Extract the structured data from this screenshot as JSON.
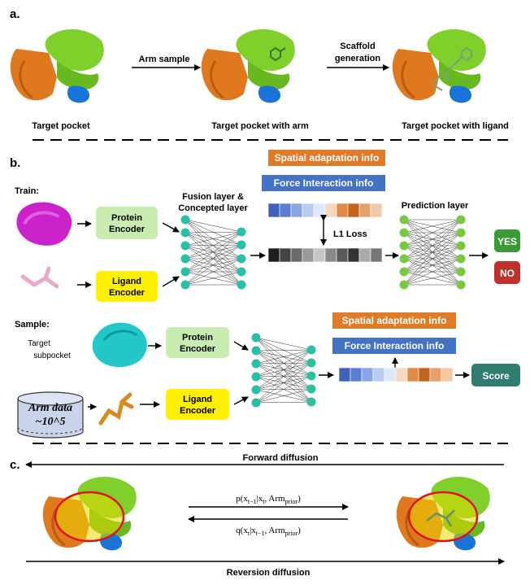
{
  "section_a": {
    "letter": "a.",
    "arrow1_label": "Arm sample",
    "arrow2_label_line1": "Scaffold",
    "arrow2_label_line2": "generation",
    "captions": [
      "Target pocket",
      "Target pocket with arm",
      "Target pocket with ligand"
    ]
  },
  "section_b": {
    "letter": "b.",
    "train_label": "Train:",
    "sample_label": "Sample:",
    "target_subpocket_line1": "Target",
    "target_subpocket_line2": "subpocket",
    "protein_encoder_line1": "Protein",
    "protein_encoder_line2": "Encoder",
    "ligand_encoder_line1": "Ligand",
    "ligand_encoder_line2": "Encoder",
    "fusion_line1": "Fusion layer &",
    "fusion_line2": "Concepted layer",
    "spatial_info": "Spatial adaptation info",
    "force_info": "Force Interaction info",
    "l1_loss": "L1 Loss",
    "prediction_layer": "Prediction layer",
    "yes": "YES",
    "no": "NO",
    "arm_data_line1": "Arm data",
    "arm_data_line2": "~10^5",
    "score": "Score",
    "colors": {
      "orange_box": "#e07b2a",
      "blue_box": "#4472c4",
      "green_node": "#7ac943",
      "teal_node": "#2bbfa8",
      "yes_green": "#3a9a3a",
      "no_red": "#c0302c",
      "score_teal": "#2e7d6e"
    }
  },
  "section_c": {
    "letter": "c.",
    "forward": "Forward diffusion",
    "reverse": "Reversion diffusion",
    "eq_top": "p(x",
    "eq_top_sub1": "t−1",
    "eq_top_mid": "|x",
    "eq_top_sub2": "t",
    "eq_top_end": ", Arm",
    "eq_top_sub3": "prior",
    "eq_top_close": ")",
    "eq_bot": "q(x",
    "eq_bot_sub1": "t",
    "eq_bot_mid": "|x",
    "eq_bot_sub2": "t−1",
    "eq_bot_end": ", Arm",
    "eq_bot_sub3": "prior",
    "eq_bot_close": ")"
  }
}
